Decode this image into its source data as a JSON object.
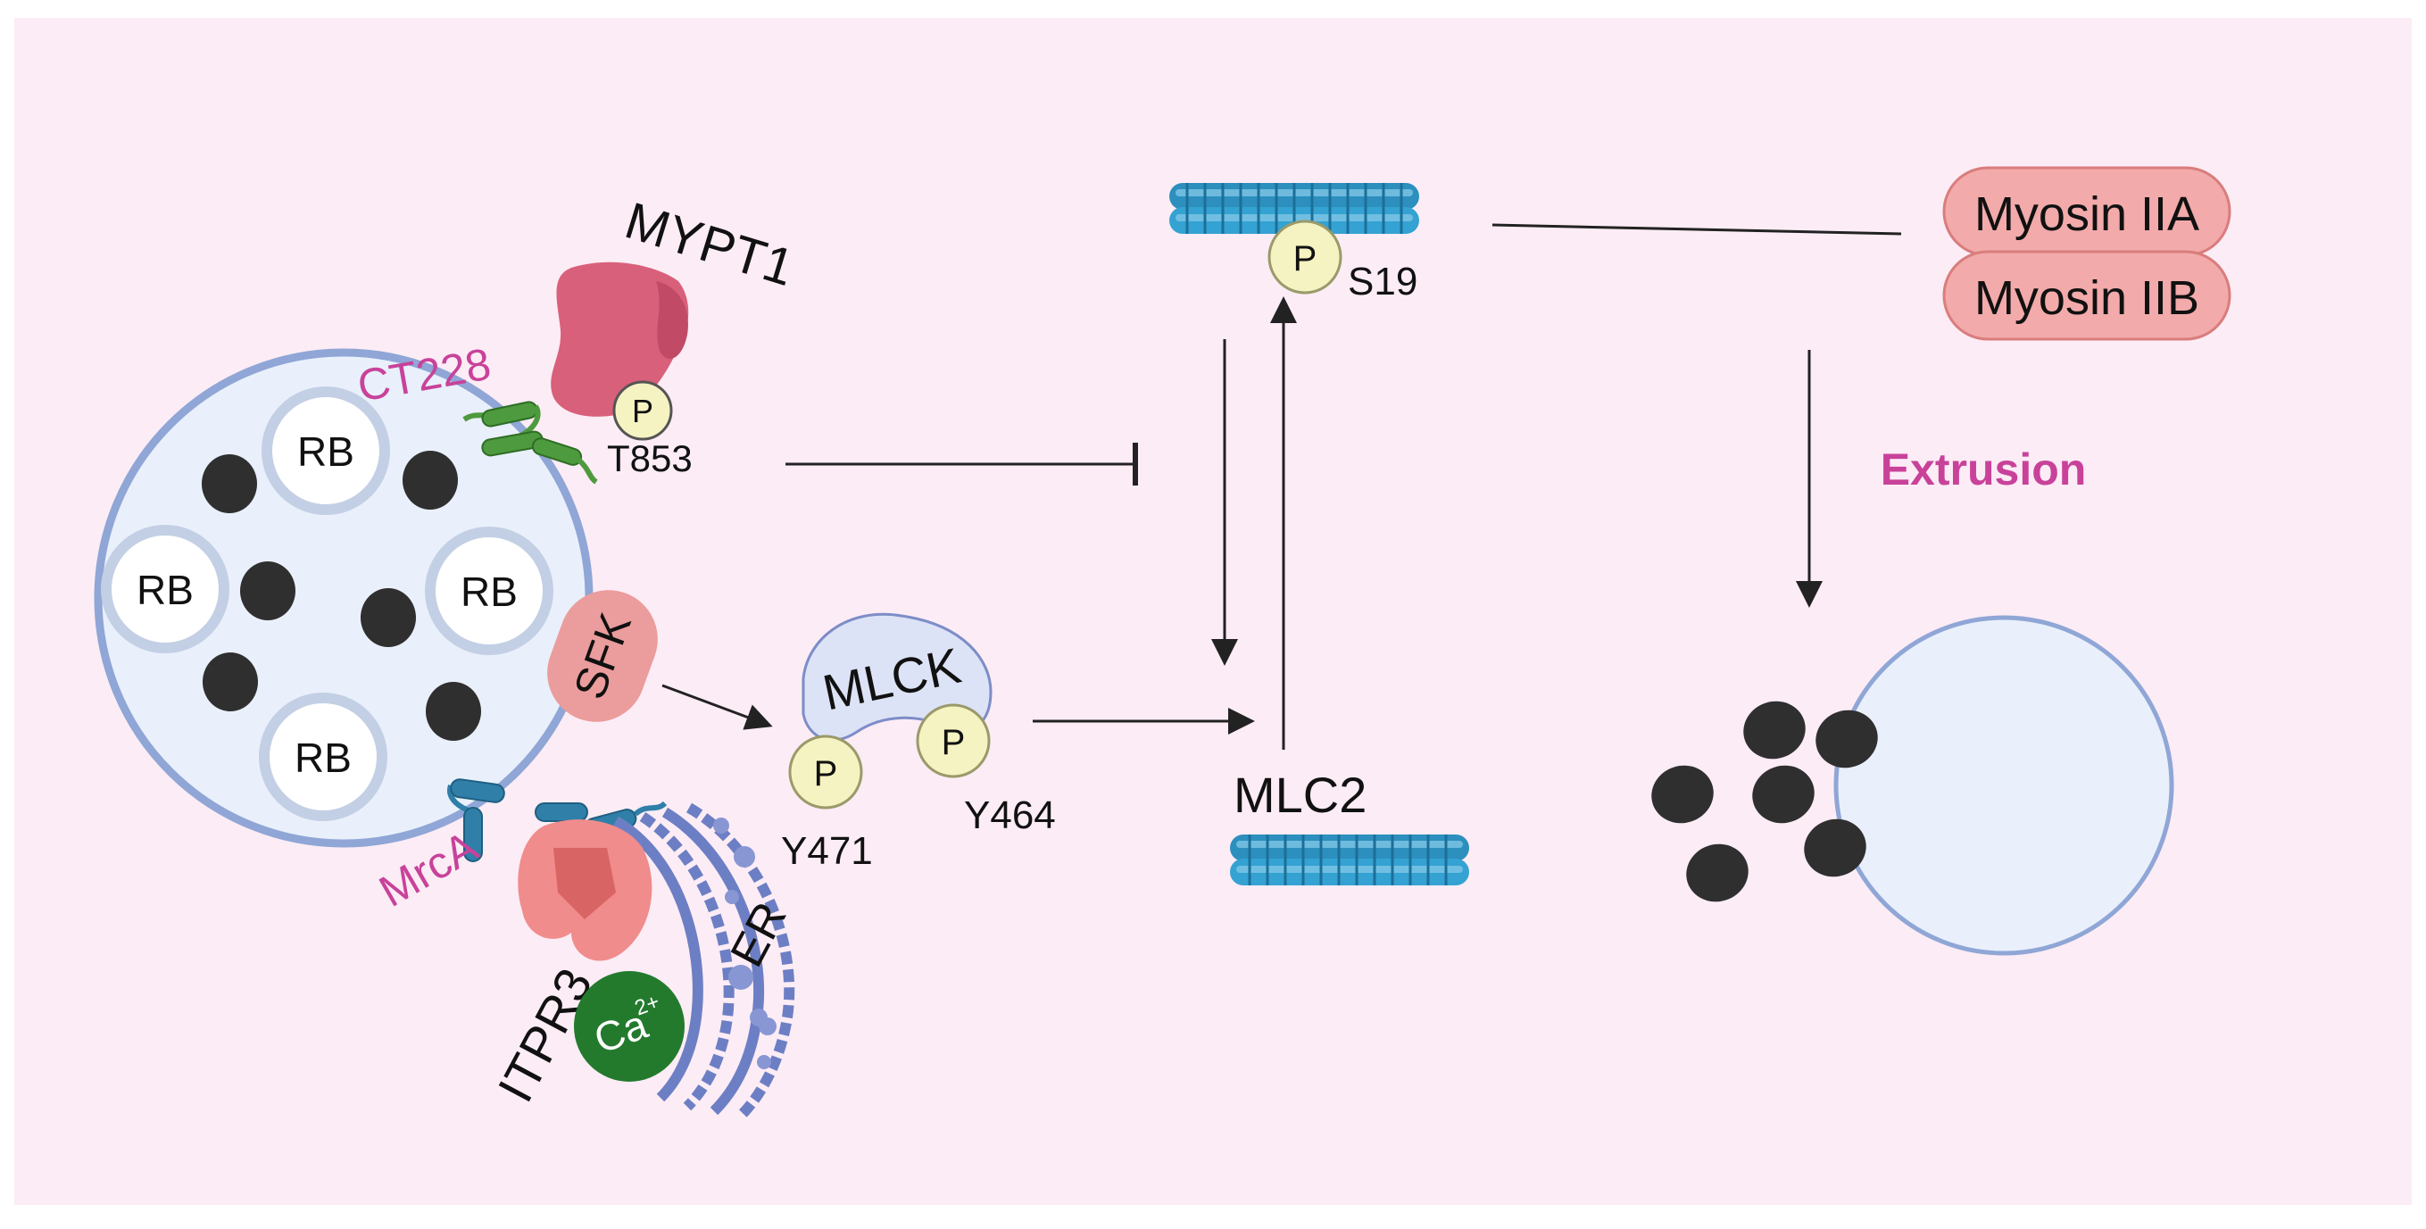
{
  "colors": {
    "background": "#fcecf5",
    "inclusion_fill": "#e9f0fb",
    "inclusion_border": "#8fa6d6",
    "rb_ring": "#c3cfe4",
    "eb_dot": "#2f2f2f",
    "mypt1": "#d9607a",
    "sfk": "#eb9c9c",
    "mlck": "#dde3f6",
    "phospho": "#f6f3c2",
    "myosin": "#f2aaaa",
    "filament": "#2c8fbe",
    "inc_protein_green": "#4e9a3e",
    "inc_protein_blue": "#2f7fa9",
    "itpr3": "#f08c8c",
    "er": "#6d7fc4",
    "calcium": "#237a2d",
    "magenta_label": "#c8429a",
    "arrow": "#222222"
  },
  "icons": [
    "chlamydia-inclusion-icon",
    "reticulate-body-icon",
    "elementary-body-icon",
    "myosin-filament-icon",
    "er-membrane-icon",
    "calcium-ion-icon"
  ],
  "labels": {
    "rb": "RB",
    "mypt1": "MYPT1",
    "ct228": "CT228",
    "p": "P",
    "t853": "T853",
    "sfk": "SFK",
    "mlck": "MLCK",
    "y471": "Y471",
    "y464": "Y464",
    "mrca": "MrcA",
    "itpr3": "ITPR3",
    "er": "ER",
    "ca": "Ca",
    "ca_charge": "2+",
    "mlc2": "MLC2",
    "s19": "S19",
    "myosin_iia": "Myosin IIA",
    "myosin_iib": "Myosin IIB",
    "extrusion": "Extrusion"
  }
}
